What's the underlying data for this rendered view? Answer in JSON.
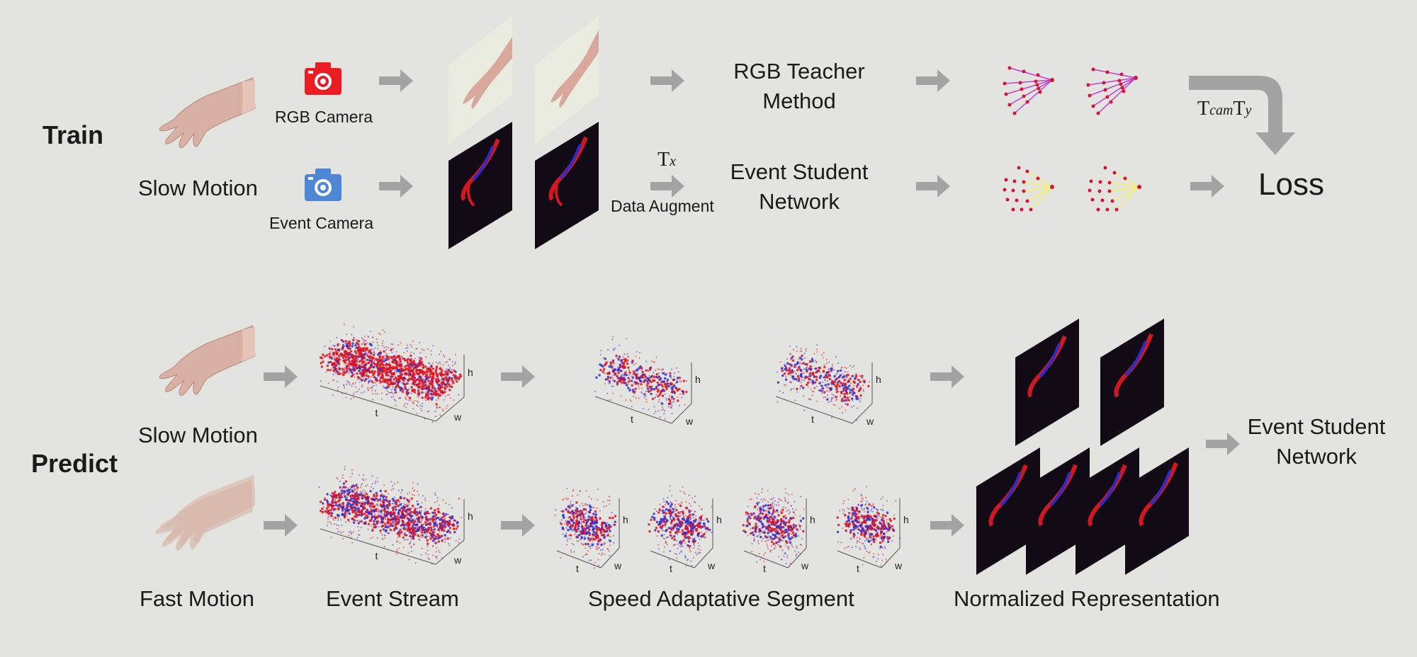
{
  "sections": {
    "train": "Train",
    "predict": "Predict"
  },
  "train": {
    "rgb_camera": "RGB Camera",
    "event_camera": "Event Camera",
    "slow_motion": "Slow Motion",
    "teacher_line1": "RGB Teacher",
    "teacher_line2": "Method",
    "student_line1": "Event Student",
    "student_line2": "Network",
    "tx_base": "T",
    "tx_sub": "x",
    "data_augment": "Data Augment",
    "tcam_base1": "T",
    "tcam_sub1": "cam",
    "tcam_base2": "T",
    "tcam_sub2": "y",
    "loss": "Loss"
  },
  "predict": {
    "slow_motion": "Slow Motion",
    "fast_motion": "Fast Motion",
    "event_stream": "Event Stream",
    "speed_segment": "Speed Adaptative Segment",
    "normalized": "Normalized Representation",
    "student_line1": "Event Student",
    "student_line2": "Network",
    "axis_t": "t",
    "axis_w": "w",
    "axis_h": "h"
  },
  "colors": {
    "background": "#e3e3df",
    "arrow": "#a3a3a3",
    "rgb_camera_icon": "#ea1c24",
    "event_camera_icon": "#4f86d6",
    "event_red": "#e0101e",
    "event_blue": "#2b2bd8",
    "keypoint": "#d4143c",
    "bone_teacher": "#c040d0",
    "bone_student": "#f0f080"
  },
  "icons": [
    "hand-image",
    "rgb-camera-icon",
    "event-camera-icon",
    "hand-photo",
    "event-frame",
    "hand-skeleton",
    "event-point-cloud",
    "arrow-right-icon",
    "curved-arrow-icon"
  ]
}
